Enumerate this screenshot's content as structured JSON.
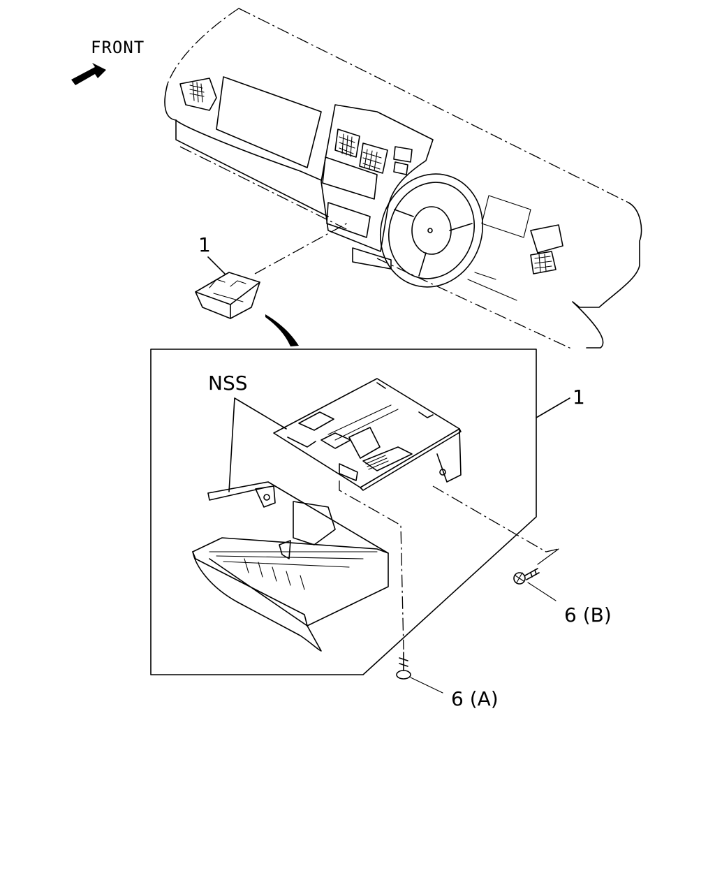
{
  "labels": {
    "front": "FRONT",
    "part1_top": "1",
    "part1_box": "1",
    "nss": "NSS",
    "part6a": "6 (A)",
    "part6b": "6 (B)"
  },
  "colors": {
    "line": "#000000",
    "background": "#ffffff"
  }
}
